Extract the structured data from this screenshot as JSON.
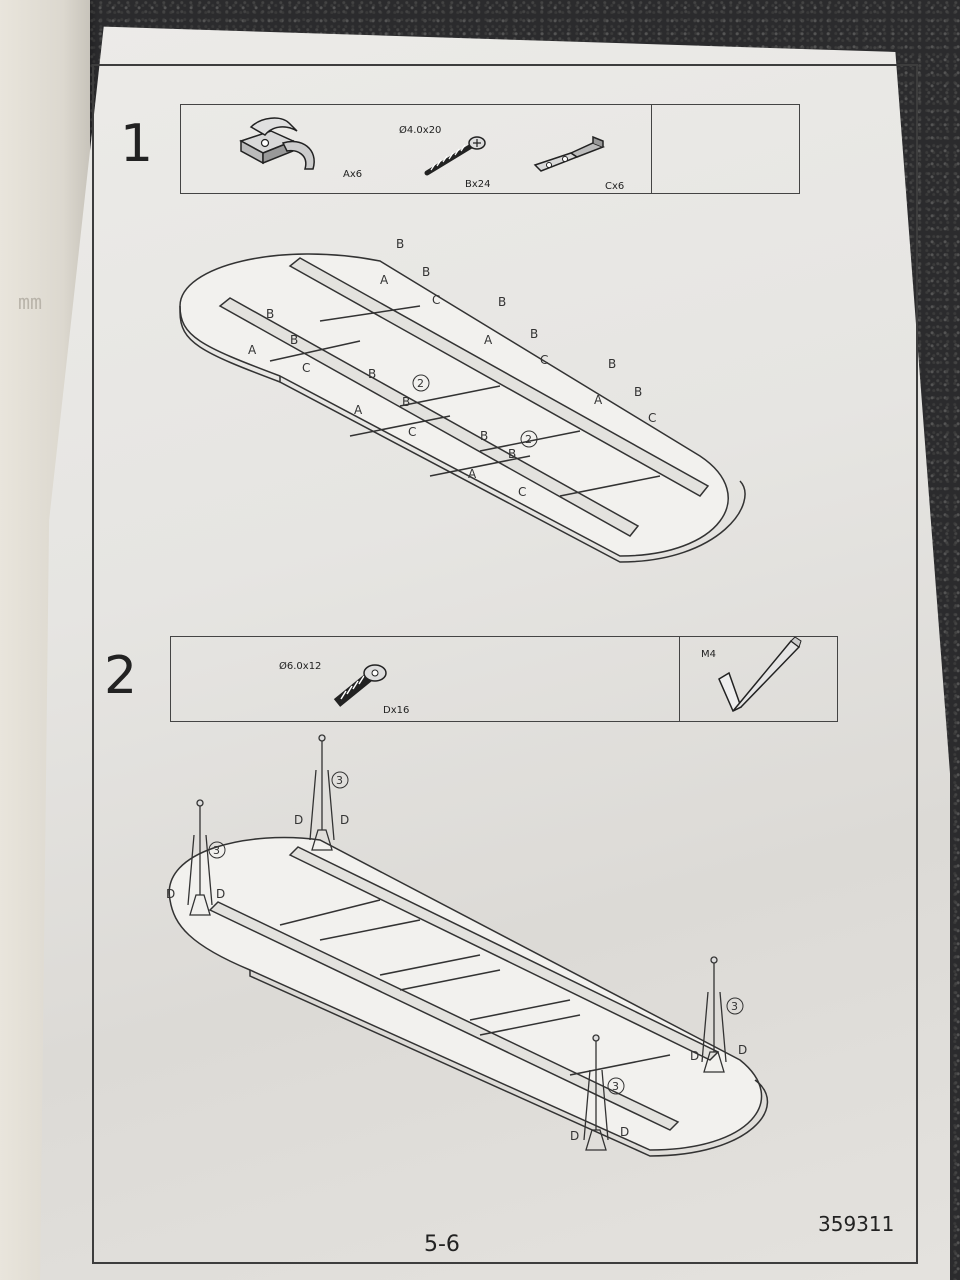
{
  "steps": [
    {
      "number": "1",
      "parts": [
        {
          "code": "A",
          "qty_label": "Ax6",
          "icon": "bracket-clip-icon"
        },
        {
          "code": "B",
          "qty_label": "Bx24",
          "size_label": "Ø4.0x20",
          "icon": "wood-screw-icon"
        },
        {
          "code": "C",
          "qty_label": "Cx6",
          "icon": "flat-bracket-icon"
        }
      ],
      "callouts": {
        "a": "A",
        "b": "B",
        "c": "C",
        "ref": "2"
      }
    },
    {
      "number": "2",
      "parts": [
        {
          "code": "D",
          "qty_label": "Dx16",
          "size_label": "Ø6.0x12",
          "icon": "bolt-icon"
        }
      ],
      "tool": {
        "label": "M4",
        "icon": "allen-key-icon"
      },
      "callouts": {
        "d": "D",
        "ref": "3"
      }
    }
  ],
  "footer": {
    "page_number": "5-6",
    "document_code": "359311"
  }
}
